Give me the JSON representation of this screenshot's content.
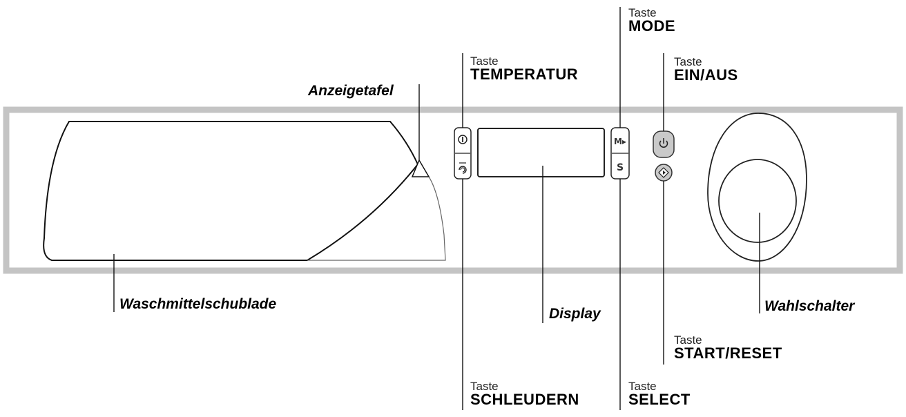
{
  "callouts": {
    "temperatur": {
      "prefix": "Taste",
      "name": "TEMPERATUR"
    },
    "mode": {
      "prefix": "Taste",
      "name": "MODE"
    },
    "einaus": {
      "prefix": "Taste",
      "name": "EIN/AUS"
    },
    "schleudern": {
      "prefix": "Taste",
      "name": "SCHLEUDERN"
    },
    "select": {
      "prefix": "Taste",
      "name": "SELECT"
    },
    "startreset": {
      "prefix": "Taste",
      "name": "START/RESET"
    }
  },
  "parts": {
    "anzeigetafel": "Anzeigetafel",
    "waschmittelschublade": "Waschmittelschublade",
    "display": "Display",
    "wahlschalter": "Wahlschalter"
  },
  "buttons": {
    "mode_glyph": "M▸",
    "select_glyph": "S"
  },
  "icons": {
    "temperature": "thermometer-icon",
    "spin": "spin-icon",
    "power": "power-icon",
    "start": "start-reset-icon"
  }
}
